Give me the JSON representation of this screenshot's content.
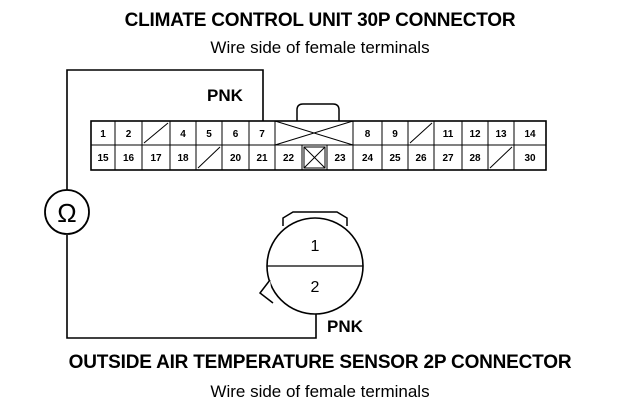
{
  "unit_connector": {
    "title": "CLIMATE CONTROL UNIT 30P CONNECTOR",
    "subtitle": "Wire side of female terminals",
    "wire_color": "PNK",
    "top_row": [
      "1",
      "2",
      "",
      "4",
      "5",
      "6",
      "7",
      "",
      "",
      "8",
      "9",
      "",
      "11",
      "12",
      "13",
      "14"
    ],
    "bottom_row": [
      "15",
      "16",
      "17",
      "18",
      "",
      "20",
      "21",
      "22",
      "",
      "23",
      "24",
      "25",
      "26",
      "27",
      "28",
      "",
      "30"
    ]
  },
  "sensor_connector": {
    "title": "OUTSIDE AIR TEMPERATURE SENSOR 2P CONNECTOR",
    "subtitle": "Wire side of female terminals",
    "wire_color": "PNK",
    "terminals": [
      "1",
      "2"
    ]
  },
  "meter": {
    "symbol": "Ω"
  }
}
